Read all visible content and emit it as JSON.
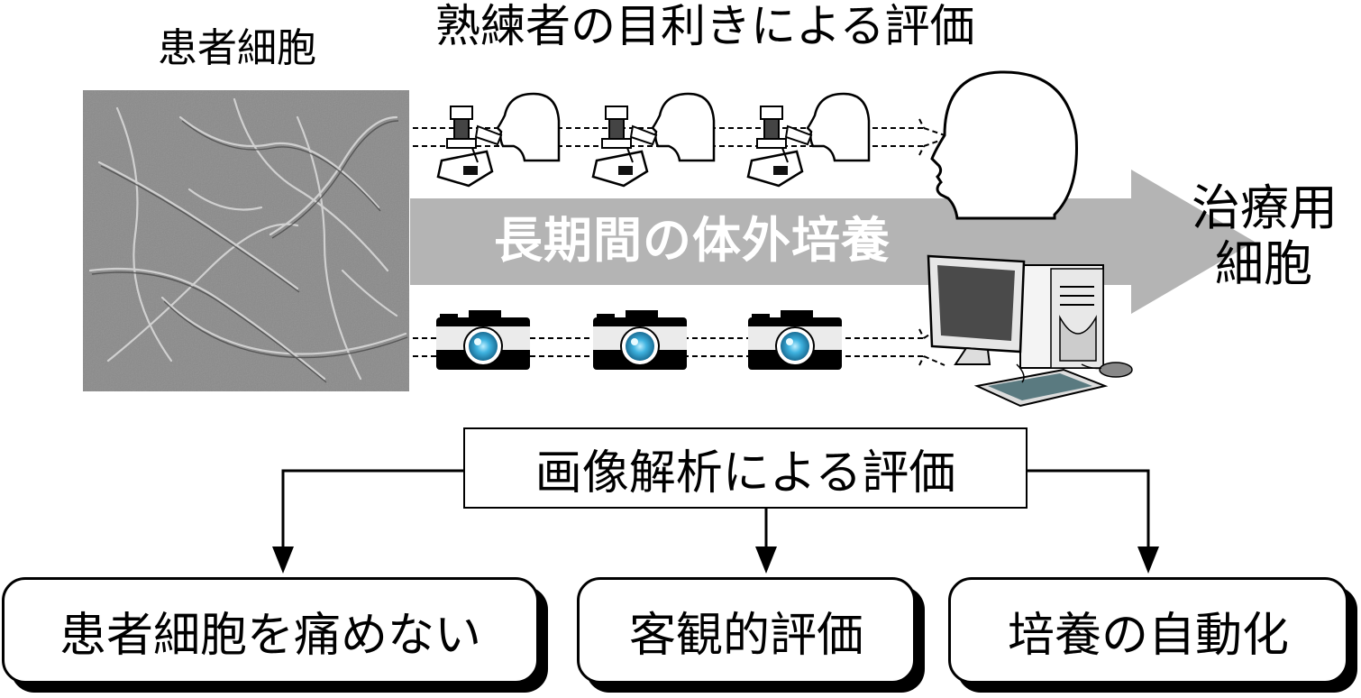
{
  "cells_title": "患者細胞",
  "expert_title": "熟練者の目利きによる評価",
  "culture_label": "長期間の体外培養",
  "result_label": [
    "治療用",
    "細胞"
  ],
  "analysis_label": "画像解析による評価",
  "outcomes": [
    "患者細胞を痛めない",
    "客観的評価",
    "培養の自動化"
  ],
  "colors": {
    "arrow": "#b4b4b4",
    "lens": "#3fb3e0",
    "cell_bg": "#8a8a8a"
  }
}
